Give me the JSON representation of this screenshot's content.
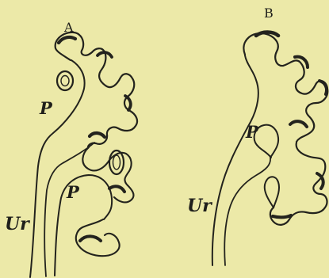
{
  "figure_a": {
    "letter": "A",
    "upper_label": "P",
    "lower_label": "P",
    "stem_label": "Ur"
  },
  "figure_b": {
    "letter": "B",
    "center_label": "P",
    "stem_label": "Ur"
  }
}
